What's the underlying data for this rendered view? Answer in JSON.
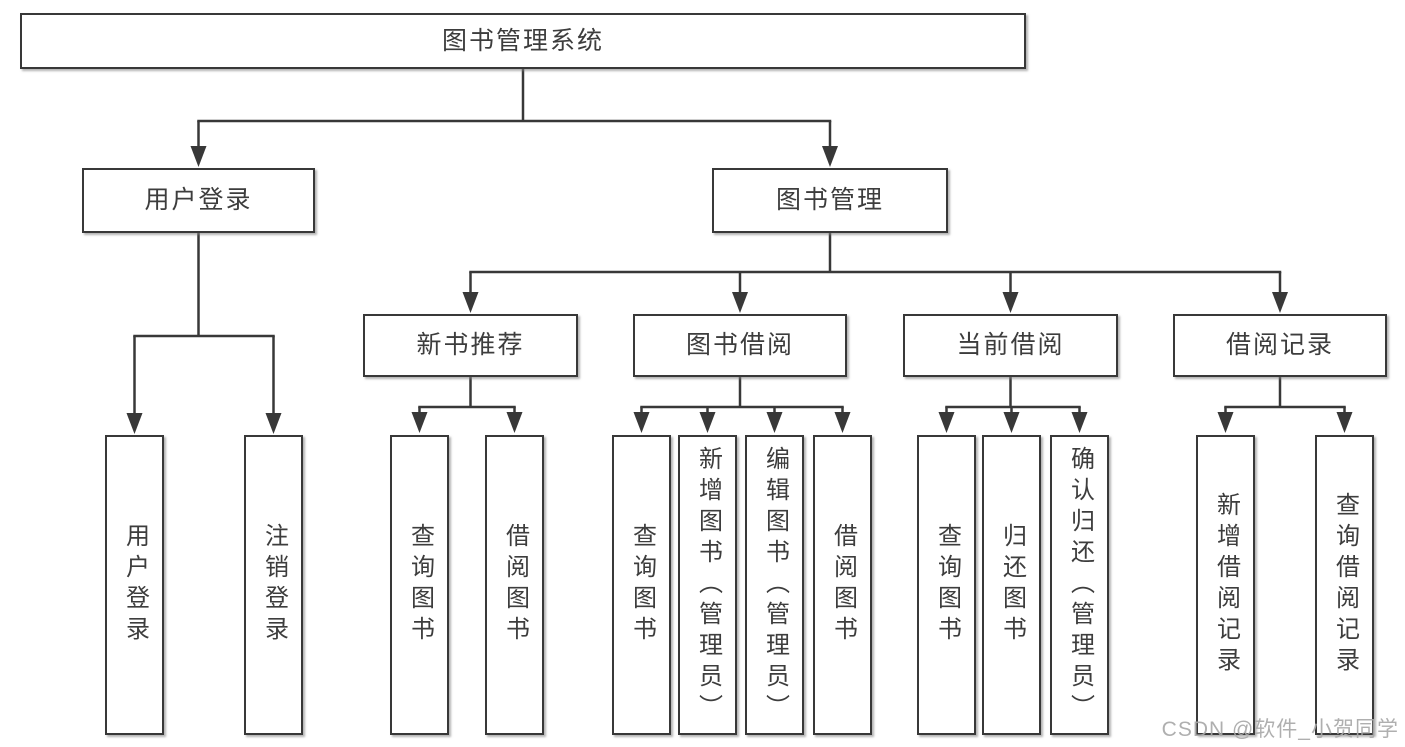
{
  "diagram": {
    "type": "hierarchy-tree",
    "root": {
      "label": "图书管理系统",
      "children": [
        {
          "label": "用户登录",
          "children": [
            {
              "label": "用户登录"
            },
            {
              "label": "注销登录"
            }
          ]
        },
        {
          "label": "图书管理",
          "children": [
            {
              "label": "新书推荐",
              "children": [
                {
                  "label": "查询图书"
                },
                {
                  "label": "借阅图书"
                }
              ]
            },
            {
              "label": "图书借阅",
              "children": [
                {
                  "label": "查询图书"
                },
                {
                  "label": "新增图书（管理员）"
                },
                {
                  "label": "编辑图书（管理员）"
                },
                {
                  "label": "借阅图书"
                }
              ]
            },
            {
              "label": "当前借阅",
              "children": [
                {
                  "label": "查询图书"
                },
                {
                  "label": "归还图书"
                },
                {
                  "label": "确认归还（管理员）"
                }
              ]
            },
            {
              "label": "借阅记录",
              "children": [
                {
                  "label": "新增借阅记录"
                },
                {
                  "label": "查询借阅记录"
                }
              ]
            }
          ]
        }
      ]
    }
  },
  "watermark": {
    "text": "CSDN @软件_小贺同学"
  },
  "colors": {
    "box_border": "#383838",
    "connector": "#383838",
    "text": "#3d3d3d",
    "background": "#ffffff",
    "watermark": "#a8a8a8"
  }
}
